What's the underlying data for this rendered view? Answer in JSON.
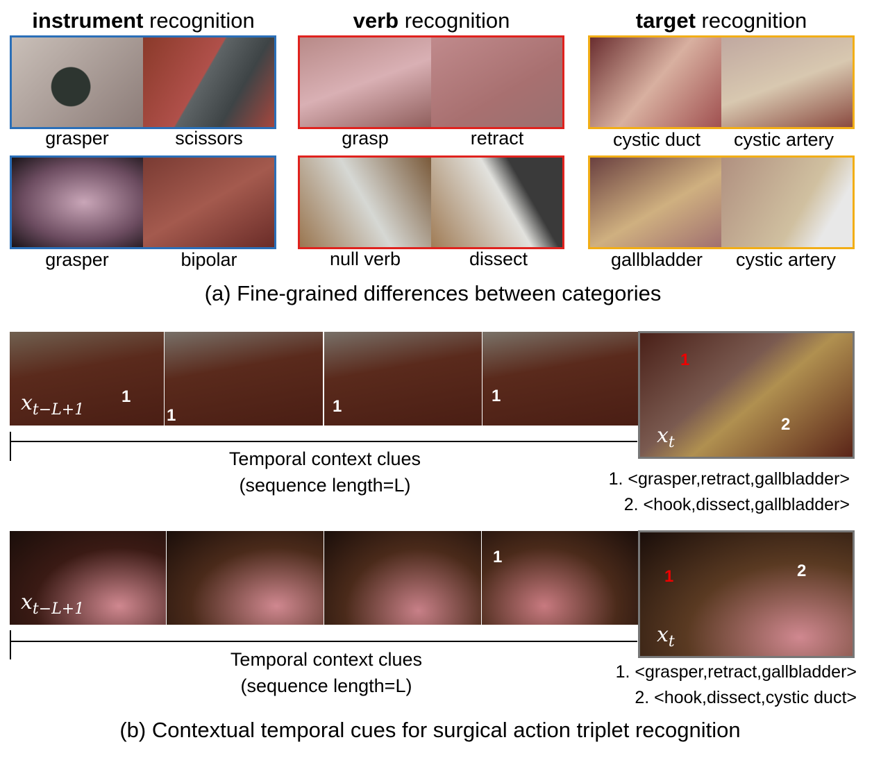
{
  "panel_a": {
    "groups": [
      {
        "bold": "instrument",
        "rest": " recognition",
        "color": "#2a6fb8",
        "labels": [
          [
            "grasper",
            "scissors"
          ],
          [
            "grasper",
            "bipolar"
          ]
        ]
      },
      {
        "bold": "verb",
        "rest": " recognition",
        "color": "#e0221e",
        "labels": [
          [
            "grasp",
            "retract"
          ],
          [
            "null verb",
            "dissect"
          ]
        ]
      },
      {
        "bold": "target",
        "rest": " recognition",
        "color": "#f2ae16",
        "labels": [
          [
            "cystic duct",
            "cystic artery"
          ],
          [
            "gallbladder",
            "cystic artery"
          ]
        ]
      }
    ],
    "caption": "(a) Fine-grained differences between categories"
  },
  "panel_b": {
    "rows": [
      {
        "start_label": "x",
        "start_sub": "t−L+1",
        "end_label": "x",
        "end_sub": "t",
        "context": "Temporal context clues",
        "seq": "(sequence length=L)",
        "triplets": [
          "1. <grasper,retract,gallbladder>",
          "2. <hook,dissect,gallbladder>"
        ],
        "markers": [
          "1",
          "1",
          "1",
          "1",
          "1",
          "2"
        ]
      },
      {
        "start_label": "x",
        "start_sub": "t−L+1",
        "end_label": "x",
        "end_sub": "t",
        "context": "Temporal context clues",
        "seq": "(sequence length=L)",
        "triplets": [
          "1. <grasper,retract,gallbladder>",
          "2. <hook,dissect,cystic duct>"
        ],
        "markers": [
          "1",
          "1",
          "2"
        ]
      }
    ],
    "caption": "(b) Contextual temporal cues for surgical action triplet recognition"
  }
}
